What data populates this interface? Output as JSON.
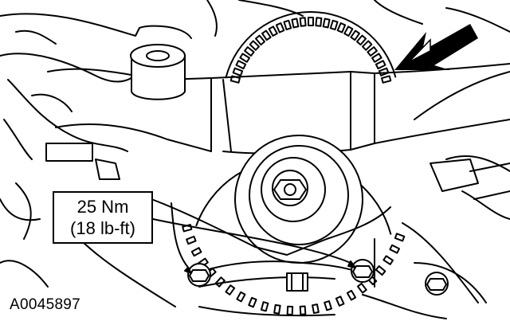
{
  "callout": {
    "torque_nm": "25 Nm",
    "torque_lbft": "(18 lb-ft)"
  },
  "figure_id": "A0045897",
  "icons": {
    "direction_arrow": "direction-arrow-icon",
    "bolt": "bolt-icon"
  },
  "colors": {
    "ink": "#000000",
    "paper": "#ffffff"
  }
}
